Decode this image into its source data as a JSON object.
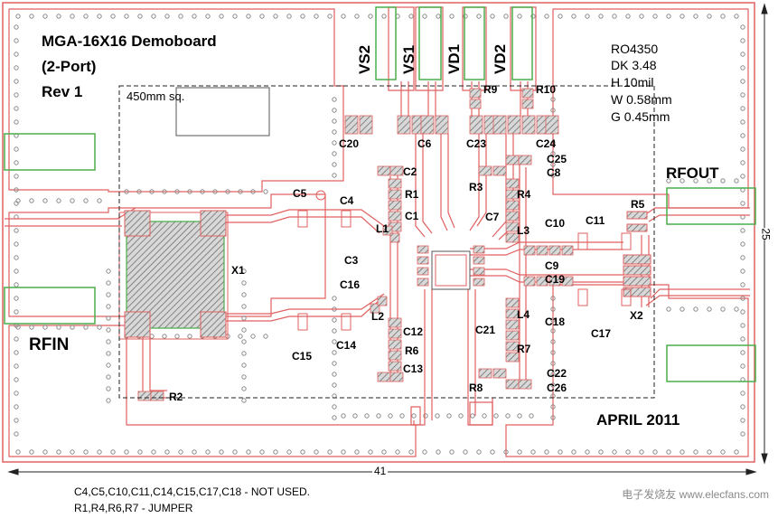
{
  "board": {
    "title_line1": "MGA-16X16 Demoboard",
    "title_line2": "(2-Port)",
    "title_line3": "Rev 1",
    "area_label": "450mm sq.",
    "rf_in": "RFIN",
    "rf_out": "RFOUT",
    "date": "APRIL 2011"
  },
  "material": {
    "line1": "RO4350",
    "line2": "DK 3.48",
    "line3": "H 10mil",
    "line4": "W 0.58mm",
    "line5": "G 0.45mm"
  },
  "supply_labels": [
    "VS2",
    "VS1",
    "VD1",
    "VD2"
  ],
  "components": {
    "X1": "X1",
    "X2": "X2",
    "R1": "R1",
    "R2": "R2",
    "R3": "R3",
    "R4": "R4",
    "R5": "R5",
    "R6": "R6",
    "R7": "R7",
    "R8": "R8",
    "R9": "R9",
    "R10": "R10",
    "L1": "L1",
    "L2": "L2",
    "L3": "L3",
    "L4": "L4",
    "C1": "C1",
    "C2": "C2",
    "C3": "C3",
    "C4": "C4",
    "C5": "C5",
    "C6": "C6",
    "C7": "C7",
    "C8": "C8",
    "C9": "C9",
    "C10": "C10",
    "C11": "C11",
    "C12": "C12",
    "C13": "C13",
    "C14": "C14",
    "C15": "C15",
    "C16": "C16",
    "C17": "C17",
    "C18": "C18",
    "C19": "C19",
    "C20": "C20",
    "C21": "C21",
    "C22": "C22",
    "C23": "C23",
    "C24": "C24",
    "C25": "C25",
    "C26": "C26"
  },
  "dimensions": {
    "width": "41",
    "height": "25"
  },
  "notes": {
    "line1": "C4,C5,C10,C11,C14,C15,C17,C18 - NOT USED.",
    "line2": "R1,R4,R6,R7 - JUMPER"
  },
  "watermark": "电子发烧友 www.elecfans.com",
  "colors": {
    "outline": "#e06060",
    "pad_green": "#4cae4c",
    "hatch": "#b0b0b0",
    "via": "#888888"
  }
}
